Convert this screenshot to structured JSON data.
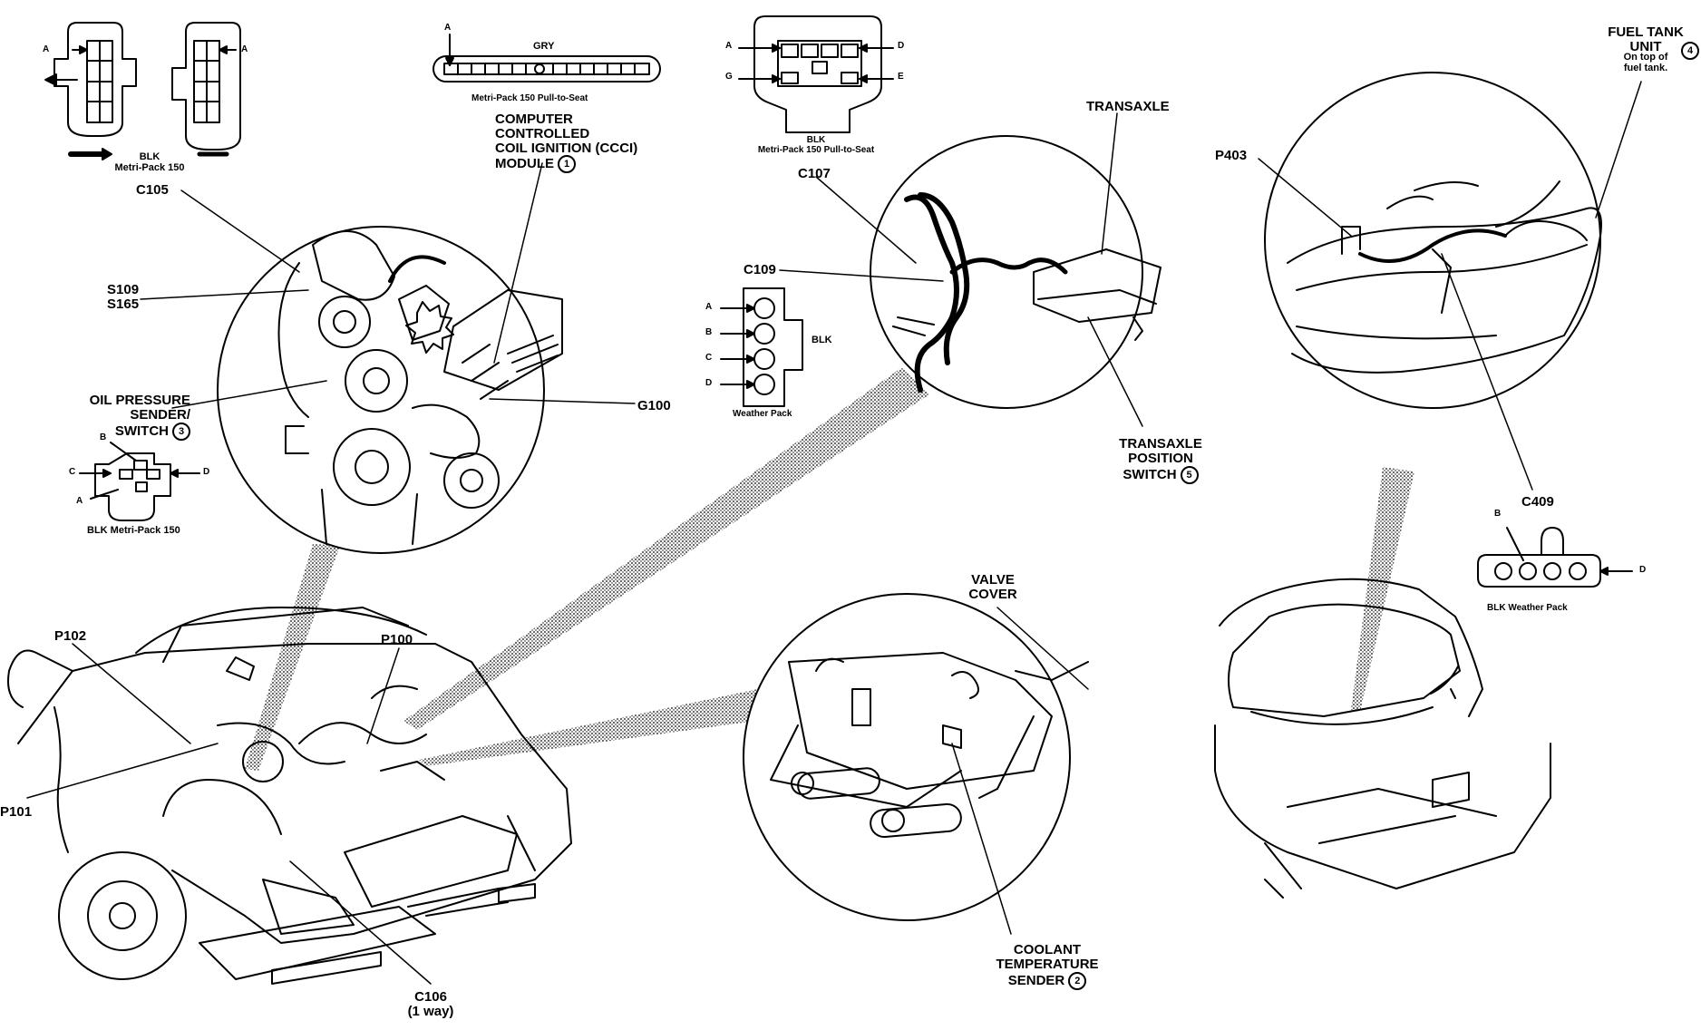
{
  "labels": {
    "blk_mp150_top": [
      "BLK",
      "Metri-Pack 150"
    ],
    "c105": "C105",
    "gry": "GRY",
    "mp150_pull_top": "Metri-Pack 150  Pull-to-Seat",
    "ccci": [
      "COMPUTER",
      "CONTROLLED",
      "COIL IGNITION (CCCI)",
      "MODULE"
    ],
    "ccci_num": "1",
    "s109": "S109",
    "s165": "S165",
    "oil": [
      "OIL PRESSURE",
      "SENDER/",
      "SWITCH"
    ],
    "oil_num": "3",
    "g100": "G100",
    "blk_mp150_oil": "BLK  Metri-Pack 150",
    "blk_pull_mid": [
      "BLK",
      "Metri-Pack 150  Pull-to-Seat"
    ],
    "c107": "C107",
    "c109": "C109",
    "blk_c109": "BLK",
    "weather_c109": "Weather Pack",
    "transaxle": "TRANSAXLE",
    "tps": [
      "TRANSAXLE",
      "POSITION",
      "SWITCH"
    ],
    "tps_num": "5",
    "fuel": [
      "FUEL TANK",
      "UNIT",
      "On top of",
      "fuel tank."
    ],
    "fuel_num": "4",
    "p403": "P403",
    "c409": "C409",
    "blk_weather_c409": "BLK     Weather Pack",
    "p102": "P102",
    "p100": "P100",
    "p101": "P101",
    "valve": [
      "VALVE",
      "COVER"
    ],
    "coolant": [
      "COOLANT",
      "TEMPERATURE",
      "SENDER"
    ],
    "coolant_num": "2",
    "c106": [
      "C106",
      "(1 way)"
    ]
  },
  "pins": {
    "a": "A",
    "b": "B",
    "c": "C",
    "d": "D",
    "e": "E",
    "g": "G"
  }
}
